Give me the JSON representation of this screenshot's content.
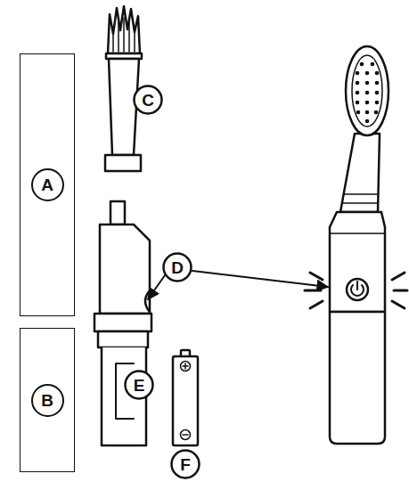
{
  "diagram": {
    "nodes": [
      {
        "text": [
          "C"
        ]
      },
      {
        "text": [
          "A"
        ]
      },
      {
        "text": [
          "D"
        ]
      },
      {
        "text": [
          "B"
        ]
      },
      {
        "text": [
          "E"
        ]
      },
      {
        "text": [
          "F"
        ]
      }
    ]
  }
}
